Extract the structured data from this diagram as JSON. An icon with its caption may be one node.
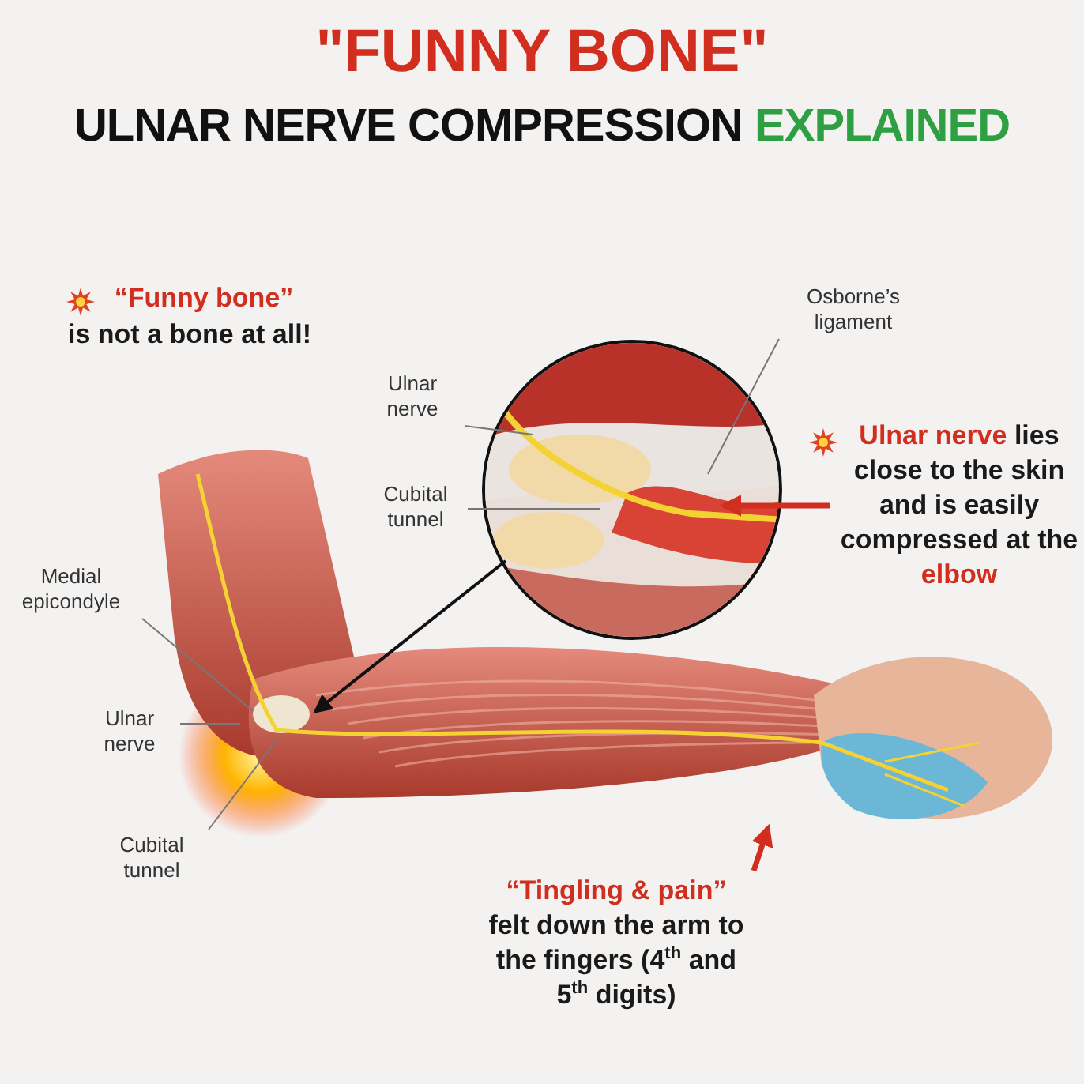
{
  "diagram": {
    "title": "\"FUNNY BONE\"",
    "nodes": [
      {
        "text": [
          "Ulnar nerve"
        ]
      },
      {
        "text": [
          "Cubital tunnel"
        ]
      },
      {
        "text": [
          "Osborne’s ligament"
        ]
      },
      {
        "text": [
          "Medial epicondyle"
        ]
      },
      {
        "text": [
          "Ulnar nerve"
        ]
      },
      {
        "text": [
          "Cubital tunnel"
        ]
      },
      {
        "text": [],
        "shape": "circle"
      },
      {
        "text": [
          "Ulnar nerve",
          "lies close to the skin and is easily compressed at the",
          "elbow"
        ]
      },
      {
        "text": [
          "“Tingling & pain”",
          "felt down the arm to the fingers (4$^{th}$ and 5$^{th}$ digits)"
        ]
      }
    ],
    "edges": [
      {
        "from": 0,
        "to": 6,
        "arrow": "none"
      },
      {
        "from": 1,
        "to": 6,
        "arrow": "none"
      },
      {
        "from": 2,
        "to": 6,
        "arrow": "none"
      },
      {
        "from": 3,
        "to": null,
        "arrow": "none"
      },
      {
        "from": 4,
        "to": null,
        "arrow": "none"
      },
      {
        "from": 5,
        "to": null,
        "arrow": "none"
      },
      {
        "from": 6,
        "to": null,
        "arrow": "to",
        "color": "#111111"
      },
      {
        "from": 7,
        "to": 6,
        "arrow": "to",
        "style": "thick",
        "color": "#d12e1f"
      },
      {
        "from": 8,
        "to": null,
        "arrow": "to",
        "style": "thick",
        "color": "#d12e1f"
      }
    ],
    "labels": [
      "ULNAR NERVE COMPRESSION",
      "EXPLAINED",
      "“Funny bone”",
      "is not a bone at all!"
    ]
  }
}
